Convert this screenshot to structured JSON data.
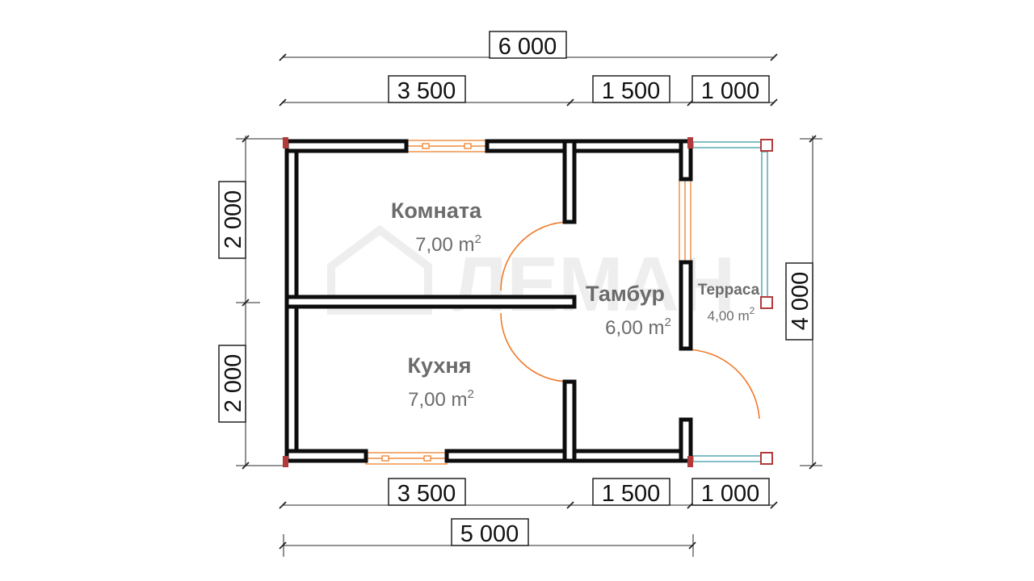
{
  "dimensions": {
    "top_total": "6 000",
    "top_left": "3 500",
    "top_middle": "1 500",
    "top_right": "1 000",
    "bottom_left": "3 500",
    "bottom_middle": "1 500",
    "bottom_right": "1 000",
    "bottom_total": "5 000",
    "left_upper": "2 000",
    "left_lower": "2 000",
    "right_total": "4 000"
  },
  "rooms": {
    "room": {
      "name": "Комната",
      "area": "7,00 m",
      "sup": "2"
    },
    "kitchen": {
      "name": "Кухня",
      "area": "7,00 m",
      "sup": "2"
    },
    "vestibule": {
      "name": "Тамбур",
      "area": "6,00 m",
      "sup": "2"
    },
    "terrace": {
      "name": "Терраса",
      "area": "4,00 m",
      "sup": "2"
    }
  },
  "watermark": "ЛЕМАН",
  "colors": {
    "wall": "#0d0d0d",
    "window": "#f08a3c",
    "door_swing": "#f07a2a",
    "railing": "#5aa9b3",
    "post": "#b33a3a"
  }
}
